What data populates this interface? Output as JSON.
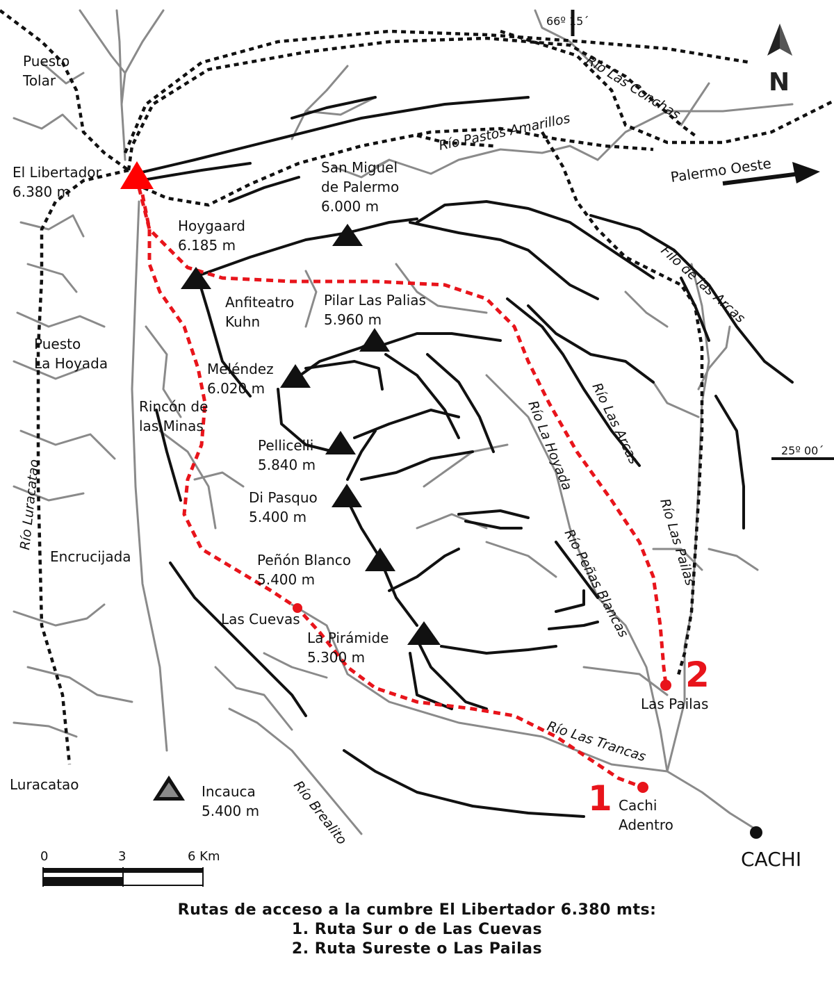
{
  "map": {
    "north_letter": "N",
    "coords": {
      "longitude": "66º 15´",
      "latitude": "25º 00´"
    },
    "direction_label": "Palermo Oeste",
    "places": {
      "puesto_tolar": [
        "Puesto",
        "Tolar"
      ],
      "puesto_la_hoyada": [
        "Puesto",
        "La Hoyada"
      ],
      "rincon_minas": [
        "Rincón de",
        "las Minas"
      ],
      "anfiteatro": [
        "Anfiteatro",
        "Kuhn"
      ],
      "encrucijada": "Encrucijada",
      "las_cuevas": "Las Cuevas",
      "las_pailas": "Las Pailas",
      "luracatao": "Luracatao",
      "cachi_adentro": [
        "Cachi",
        "Adentro"
      ],
      "cachi": "CACHI"
    },
    "peaks": {
      "el_libertador": [
        "El Libertador",
        "6.380 m"
      ],
      "san_miguel": [
        "San Miguel",
        "de Palermo",
        "6.000 m"
      ],
      "hoygaard": [
        "Hoygaard",
        "6.185 m"
      ],
      "pilar": [
        "Pilar Las Palias",
        "5.960 m"
      ],
      "melendez": [
        "Meléndez",
        "6.020 m"
      ],
      "pellicelli": [
        "Pellicelli",
        "5.840 m"
      ],
      "di_pasquo": [
        "Di Pasquo",
        "5.400 m"
      ],
      "penon_blanco": [
        "Peñón Blanco",
        "5.400 m"
      ],
      "piramide": [
        "La Pirámide",
        "5.300 m"
      ],
      "incauca": [
        "Incauca",
        "5.400 m"
      ]
    },
    "rivers": {
      "conchas": "Río Las Conchas",
      "pastos": "Río Pastos Amarillos",
      "filo": "Filo de las Arcas",
      "arcas": "Río Las Arcas",
      "hoyada": "Río La Hoyada",
      "pailas": "Río Las Pailas",
      "penas": "Río Peñas Blancas",
      "trancas": "Río Las Trancas",
      "brealito": "Río Brealito",
      "luracatao": "Río Luracatao"
    },
    "route_markers": {
      "route1": "1",
      "route2": "2"
    },
    "scale": {
      "labels": [
        "0",
        "3",
        "6 Km"
      ]
    },
    "colors": {
      "route": "#e8141b",
      "summit": "#ff0000",
      "peak": "#111111",
      "river": "#8a8a8a"
    }
  },
  "caption": {
    "title": "Rutas de acceso a la cumbre El Libertador 6.380 mts:",
    "route1": "1. Ruta Sur o de Las Cuevas",
    "route2": "2. Ruta Sureste o Las Pailas"
  }
}
